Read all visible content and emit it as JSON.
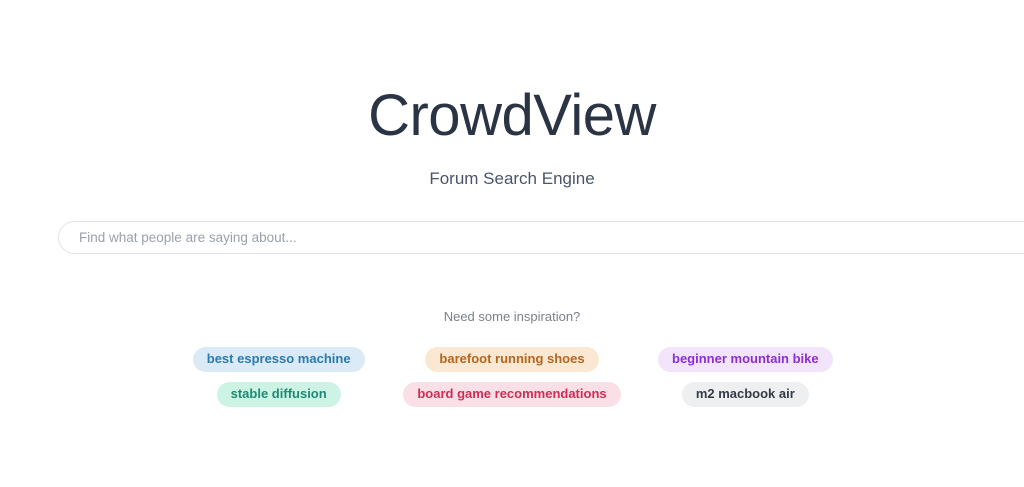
{
  "brand": {
    "title": "CrowdView",
    "tagline": "Forum Search Engine",
    "title_color": "#2b3444",
    "tagline_color": "#4a5568"
  },
  "search": {
    "placeholder": "Find what people are saying about...",
    "value": "",
    "border_color": "#e2e3e6"
  },
  "suggestions": {
    "heading": "Need some inspiration?",
    "heading_color": "#7b828d",
    "chips": [
      {
        "label": "best espresso machine",
        "bg": "#daeaf6",
        "fg": "#2a7bb0"
      },
      {
        "label": "barefoot running shoes",
        "bg": "#fbe8d3",
        "fg": "#b5651d"
      },
      {
        "label": "beginner mountain bike",
        "bg": "#f1e4fb",
        "fg": "#8b2fd4"
      },
      {
        "label": "stable diffusion",
        "bg": "#cdf3e4",
        "fg": "#1f8a74"
      },
      {
        "label": "board game recommendations",
        "bg": "#fadfe7",
        "fg": "#cc2f55"
      },
      {
        "label": "m2 macbook air",
        "bg": "#eeeff1",
        "fg": "#343b47"
      }
    ]
  }
}
